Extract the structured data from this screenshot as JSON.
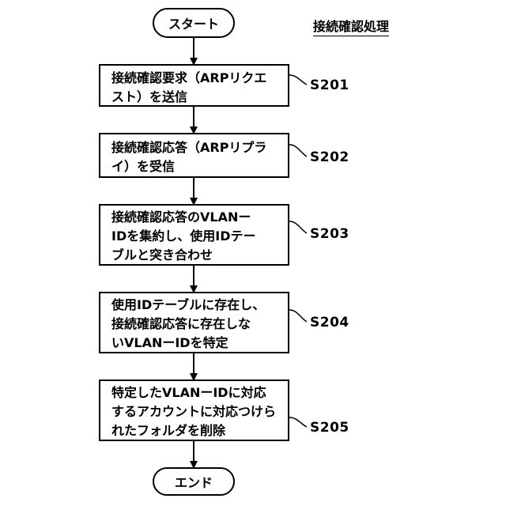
{
  "title": "接続確認処理",
  "start": "スタート",
  "end": "エンド",
  "steps": [
    {
      "id": "S201",
      "text": "接続確認要求（ARPリクエ\nスト）を送信"
    },
    {
      "id": "S202",
      "text": "接続確認応答（ARPリプラ\nイ）を受信"
    },
    {
      "id": "S203",
      "text": "接続確認応答のVLANー\nIDを集約し、使用IDテー\nブルと突き合わせ"
    },
    {
      "id": "S204",
      "text": "使用IDテーブルに存在し、\n接続確認応答に存在しな\nいVLANーIDを特定"
    },
    {
      "id": "S205",
      "text": "特定したVLANーIDに対応\nするアカウントに対応つけら\nれたフォルダを削除"
    }
  ]
}
